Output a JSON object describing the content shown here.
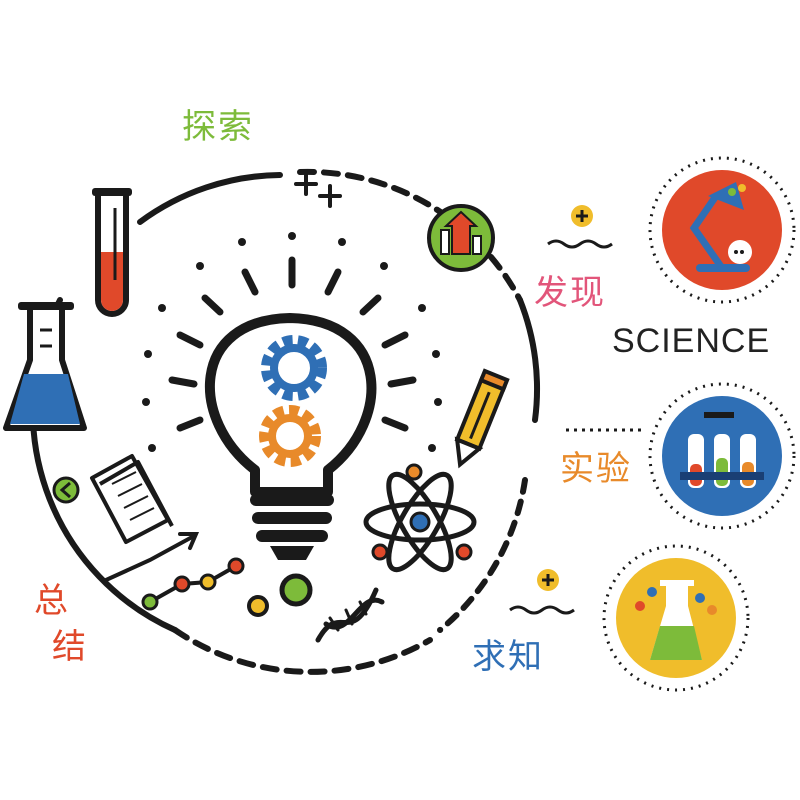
{
  "labels": {
    "explore": "探索",
    "discover": "发现",
    "science": "SCIENCE",
    "experiment": "实验",
    "summary_1": "总",
    "summary_2": "结",
    "seek": "求知"
  },
  "colors": {
    "green": "#7dbb3a",
    "pink": "#e2557a",
    "orange": "#e88a2a",
    "red": "#e0492a",
    "blue": "#2f6fb5",
    "yellow": "#f0bd2b",
    "ink": "#1a1a1a"
  },
  "icons": [
    "test-tube-icon",
    "flask-icon",
    "lightbulb-icon",
    "gear-icon",
    "atom-icon",
    "dna-icon",
    "pencil-icon",
    "book-icon",
    "chart-arrow-icon",
    "desk-lamp-icon",
    "test-tubes-rack-icon",
    "beaker-molecule-icon",
    "growth-chart-icon",
    "plus-icon"
  ]
}
